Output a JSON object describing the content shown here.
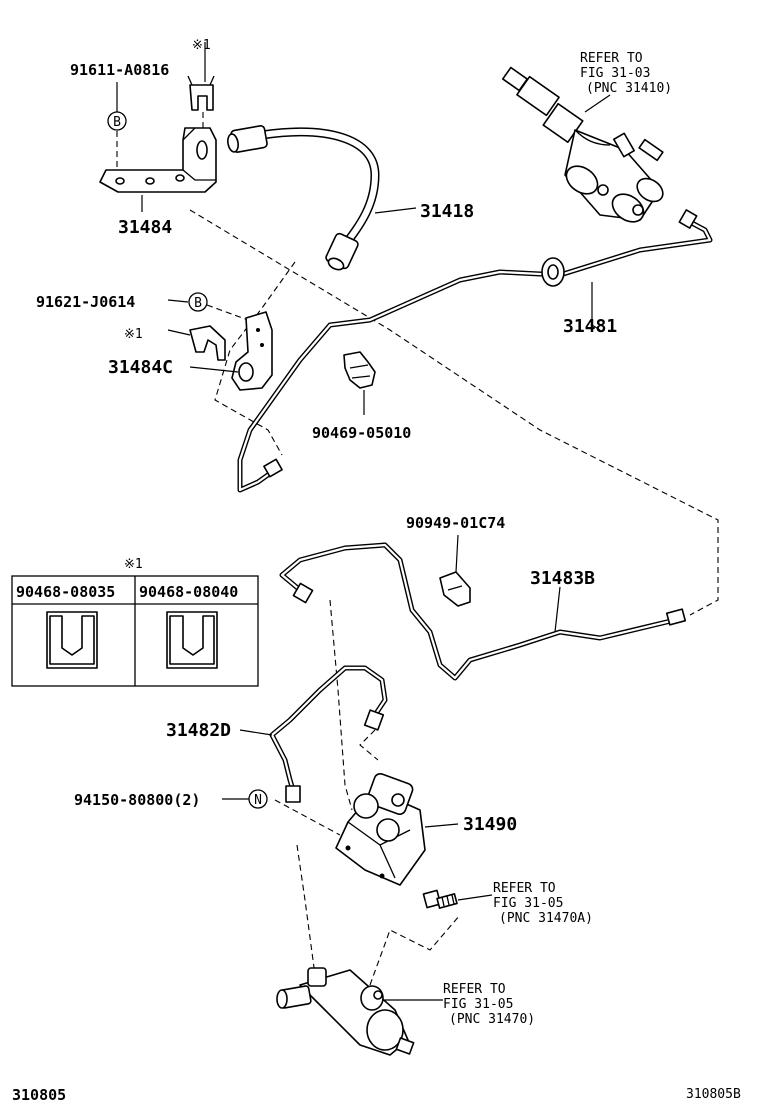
{
  "labels": {
    "p91611": "91611-A0816",
    "p31484": "31484",
    "p31418": "31418",
    "p91621": "91621-J0614",
    "p31484c": "31484C",
    "p31481": "31481",
    "p90469": "90469-05010",
    "p90949": "90949-01C74",
    "p31483b": "31483B",
    "p31482d": "31482D",
    "p94150": "94150-80800(2)",
    "p31490": "31490",
    "note_mark": "※1"
  },
  "bubbles": {
    "b": "B",
    "n": "N"
  },
  "references": {
    "top": {
      "l1": "REFER TO",
      "l2": "FIG 31-03",
      "l3": "(PNC 31410)"
    },
    "mid": {
      "l1": "REFER TO",
      "l2": "FIG 31-05",
      "l3": "(PNC 31470A)"
    },
    "bottom": {
      "l1": "REFER TO",
      "l2": "FIG 31-05",
      "l3": "(PNC 31470)"
    }
  },
  "inset": {
    "mark": "※1",
    "left_part": "90468-08035",
    "right_part": "90468-08040"
  },
  "footer": {
    "left": "310805",
    "right": "310805B"
  }
}
